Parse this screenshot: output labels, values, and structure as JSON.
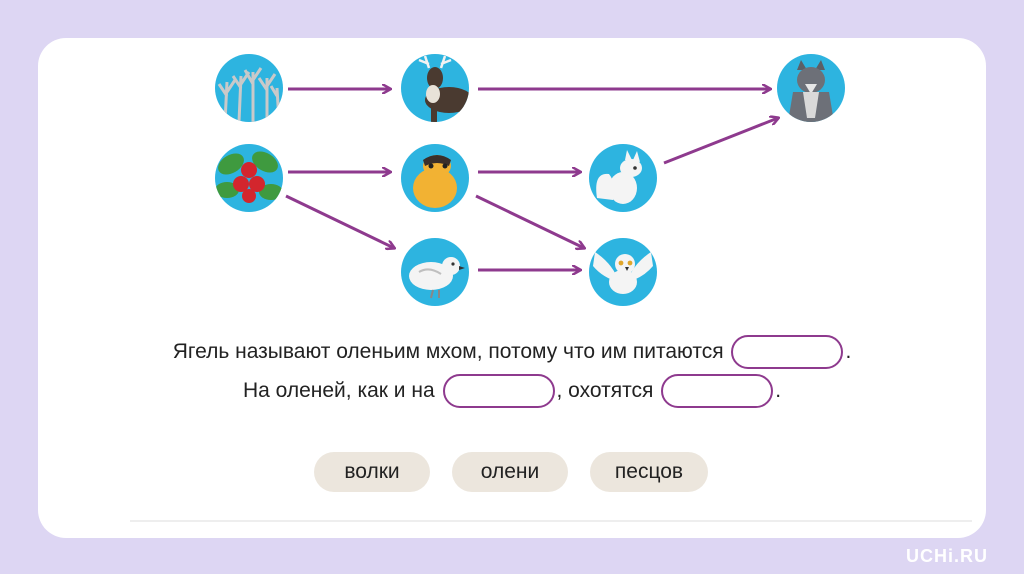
{
  "diagram": {
    "nodes": [
      {
        "id": "lichen",
        "icon": "lichen-icon"
      },
      {
        "id": "reindeer",
        "icon": "reindeer-icon"
      },
      {
        "id": "wolf",
        "icon": "wolf-icon"
      },
      {
        "id": "berries",
        "icon": "berries-icon"
      },
      {
        "id": "lemming",
        "icon": "lemming-icon"
      },
      {
        "id": "arctic-fox",
        "icon": "arctic-fox-icon"
      },
      {
        "id": "ptarmigan",
        "icon": "ptarmigan-icon"
      },
      {
        "id": "snowy-owl",
        "icon": "snowy-owl-icon"
      }
    ],
    "edges": [
      [
        "lichen",
        "reindeer"
      ],
      [
        "reindeer",
        "wolf"
      ],
      [
        "berries",
        "lemming"
      ],
      [
        "berries",
        "ptarmigan"
      ],
      [
        "lemming",
        "arctic-fox"
      ],
      [
        "lemming",
        "snowy-owl"
      ],
      [
        "arctic-fox",
        "wolf"
      ],
      [
        "ptarmigan",
        "snowy-owl"
      ]
    ],
    "node_color": "#2db4e0",
    "arrow_color": "#8e3a8e"
  },
  "question": {
    "line1_before": "Ягель называют оленьим мхом, потому что им питаются",
    "line1_after": ".",
    "line2_before": "На оленей, как и на",
    "line2_middle": ", охотятся",
    "line2_after": "."
  },
  "options": [
    "волки",
    "олени",
    "песцов"
  ],
  "colors": {
    "background": "#ddd6f3",
    "blank_border": "#8e3a8e",
    "chip": "#ece6dd"
  },
  "watermark": "UCHi.RU"
}
